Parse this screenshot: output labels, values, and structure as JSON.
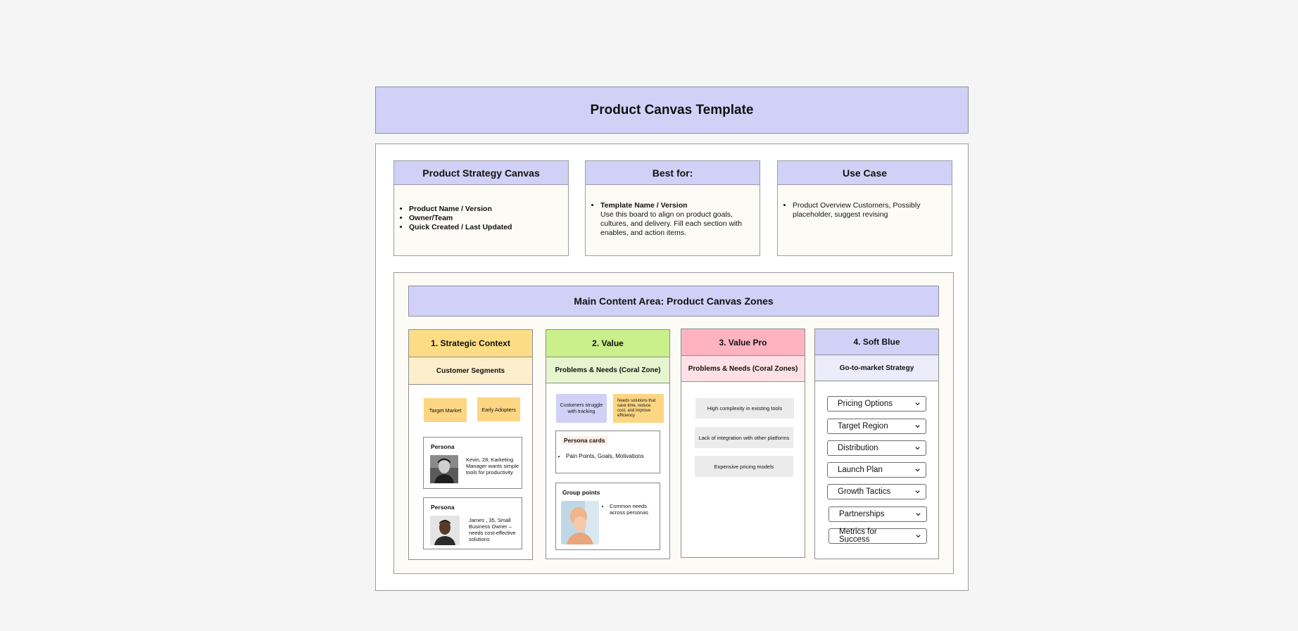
{
  "page_title": "Product Canvas Template",
  "header_cards": [
    {
      "title": "Product Strategy Canvas",
      "items": [
        "Product Name / Version",
        "Owner/Team",
        "Quick Created / Last Updated"
      ]
    },
    {
      "title": "Best for:",
      "item_bold": "Template Name / Version",
      "item_text": "Use this board to align on product goals, cultures, and delivery. Fill each section with enables, and action items."
    },
    {
      "title": "Use Case",
      "item_text": "Product Overview Customers, Possibly placeholder, suggest revising"
    }
  ],
  "main": {
    "title": "Main Content Area: Product Canvas Zones",
    "zones": {
      "strategic": {
        "title": "1. Strategic Context",
        "subtitle": "Customer Segments",
        "stickies": [
          "Target Market",
          "Early Adopters"
        ],
        "personas": [
          {
            "label": "Persona",
            "text": "Kevin, 28, Karketing Manager wants simple tools for productivity"
          },
          {
            "label": "Persona",
            "text": "James , 35, Small Business Owner – needs cost-effective solutions"
          }
        ]
      },
      "value": {
        "title": "2. Value",
        "subtitle": "Problems & Needs (Coral Zone)",
        "stickies": [
          "Customers struggle with tracking",
          "Needs solutions that save time, reduce cost, and improve efficiency"
        ],
        "persona_cards": {
          "label": "Persona cards",
          "item": "Pain Points, Goals, Motivations"
        },
        "group_points": {
          "label": "Group points",
          "item": "Common needs across personas"
        }
      },
      "value_pro": {
        "title": "3. Value Pro",
        "subtitle": "Problems & Needs (Coral Zones)",
        "items": [
          "High complexity in existing tools",
          "Lack of integration with other platforms",
          "Expensive pricing models"
        ]
      },
      "soft_blue": {
        "title": "4. Soft Blue",
        "subtitle": "Go-to-market Strategy",
        "selects": [
          "Pricing Options",
          "Target Region",
          "Distribution",
          "Launch Plan",
          "Growth Tactics",
          "Partnerships",
          "Metrics for Success"
        ]
      }
    }
  },
  "colors": {
    "lavender": "#d1d1f7",
    "cream": "#fdfbf6",
    "yellow": "#fcdc85",
    "green": "#c9f08a",
    "pink": "#ffb3c0",
    "gray_box": "#ebebeb"
  }
}
